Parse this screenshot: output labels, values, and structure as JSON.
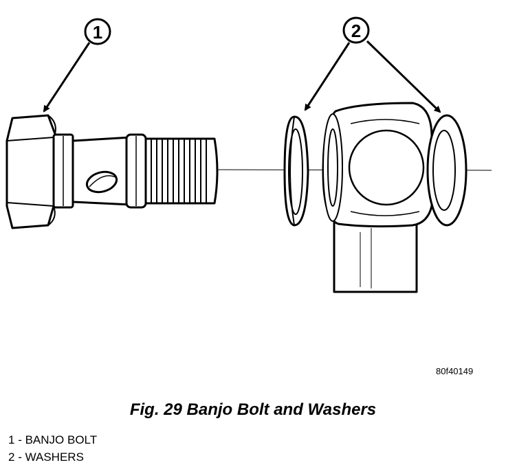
{
  "figure": {
    "callouts": [
      {
        "number": "1",
        "target": "banjo bolt"
      },
      {
        "number": "2",
        "target": "washers"
      }
    ],
    "figure_id": "80f40149"
  },
  "caption": "Fig. 29 Banjo Bolt and Washers",
  "legend": [
    {
      "number": "1",
      "separator": " - ",
      "label": "BANJO BOLT"
    },
    {
      "number": "2",
      "separator": " - ",
      "label": "WASHERS"
    }
  ]
}
